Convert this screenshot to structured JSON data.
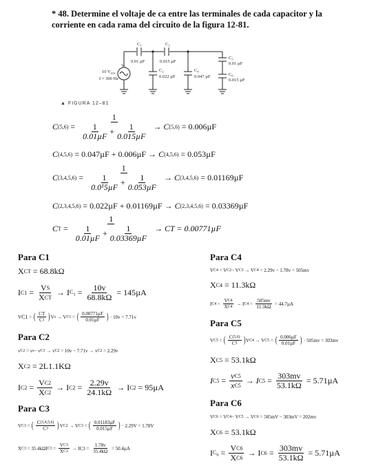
{
  "problem": {
    "line1": "* 48. Determine el voltaje de ca entre las terminales de cada capacitor y la",
    "line2": "corriente en cada rama del circuito de la figura 12-81."
  },
  "figure": {
    "caption": "FIGURA 12–81",
    "source_label": "V",
    "source_sub": "s",
    "source_value": "10 V",
    "source_value_sub": "rms",
    "source_freq": "f = 300 Hz",
    "c1_name": "C",
    "c1_sub": "1",
    "c1_value": "0.01 µF",
    "c2_name": "C",
    "c2_sub": "2",
    "c2_value": "0.022 µF",
    "c3_name": "C",
    "c3_sub": "3",
    "c3_value": "0.015 µF",
    "c4_name": "C",
    "c4_sub": "4",
    "c4_value": "0.047 µF",
    "c5_name": "C",
    "c5_sub": "5",
    "c5_value": "0.01 µF",
    "c6_name": "C",
    "c6_sub": "6",
    "c6_value": "0.015 µF"
  },
  "equations": {
    "e1_lhs": "(5,6)",
    "e1_num": "1",
    "e1_d1": "0.01µF",
    "e1_d2": "0.015µF",
    "e1_res": "= 0.006µF",
    "e2_lhs": "(4,5,6)",
    "e2_mid": "= 0.047µF + 0.006µF →",
    "e2_res": "= 0.053µF",
    "e3_lhs": "(3,4,5,6)",
    "e3_num": "1",
    "e3_d1": "0.0¹5µF",
    "e3_d2": "0.053µF",
    "e3_res": "= 0.01169µF",
    "e4_lhs": "(2,3,4,5,6)",
    "e4_mid": "= 0.022µF + 0.01169µF →",
    "e4_res": "= 0.03369µF",
    "e5_num": "1",
    "e5_d1": "0.01µF",
    "e5_d2": "0.03369µF",
    "e5_res": "→ CT = 0.00771µF"
  },
  "c1": {
    "heading": "Para C1",
    "xct": "= 68.8kΩ",
    "i_num": "10v",
    "i_den": "68.8kΩ",
    "i_res": "= 145µA",
    "v_num": "0.00771µF",
    "v_den": "0.01µF",
    "v_res": "· 10v = 7.71v"
  },
  "c2": {
    "heading": "Para C2",
    "v": "v",
    "v_eq": "= 10v − 7.71v → v",
    "v_res": "= 2.29v",
    "x": "= 2L1.1KΩ",
    "i_num": "2.29v",
    "i_den": "24.1kΩ",
    "i_res": "→ I",
    "i_final": "= 95µA"
  },
  "c3": {
    "heading": "Para C3",
    "v_num": "0.01183µF",
    "v_den": "0.015µF",
    "v_res": "· 2.29V = 1.78V",
    "line2": "35.4kΩI",
    "i_num": "1.78v",
    "i_den": "35.4kΩ",
    "i_res": "= 50.4µA"
  },
  "c4": {
    "heading": "Para C4",
    "v_line": "= 2.29v − 1.78v = 505mv",
    "x": "= 11.3kΩ",
    "i_num": "505mv",
    "i_den": "11.3kΩ",
    "i_res": "= 44.7µA"
  },
  "c5": {
    "heading": "Para C5",
    "v_num": "0.006µF",
    "v_den": "0.01µF",
    "v_res": "· 505mv = 303mv",
    "x": "= 53.1kΩ",
    "i_num": "303mv",
    "i_den": "53.1kΩ",
    "i_res": "= 5.71µA"
  },
  "c6": {
    "heading": "Para C6",
    "v_line": "= 505mV − 303mV = 202mv",
    "x": "= 53.1kΩ",
    "i_num": "303mv",
    "i_den": "53.1kΩ",
    "i_res": "= 5.71µA"
  }
}
